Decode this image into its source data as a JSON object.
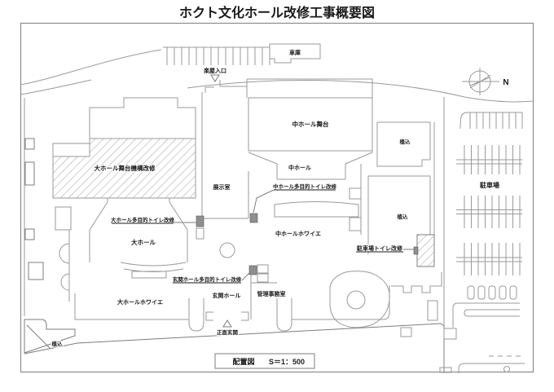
{
  "title": "ホクト文化ホール改修工事概要図",
  "caption": {
    "label": "配置図",
    "scale": "S＝1：500"
  },
  "compass": {
    "north": "N"
  },
  "labels": {
    "garage": "車庫",
    "stage_entrance": "楽屋入口",
    "medium_hall_stage": "中ホール舞台",
    "medium_hall": "中ホール",
    "exhibition_room": "展示室",
    "large_hall_stage_mech_renov": "大ホール舞台機構改修",
    "medium_hall_toilet_renov": "中ホール多目的トイレ改修",
    "large_hall_toilet_renov": "大ホール多目的トイレ改修",
    "large_hall": "大ホール",
    "medium_hall_foyer": "中ホールホワイエ",
    "parking_toilet_renov": "駐車場トイレ改修",
    "entrance_hall_toilet_renov": "玄関ホール多目的トイレ改修",
    "large_hall_foyer": "大ホールホワイエ",
    "entrance_hall": "玄関ホール",
    "admin_office": "管理事務室",
    "main_entrance": "正面玄関",
    "planting": "植込",
    "parking_lot": "駐車場"
  },
  "colors": {
    "line": "#9a9a9a",
    "dark_line": "#7d7d7d",
    "text": "#1a1a1a",
    "marker_fill": "#8f8f8f",
    "background": "#ffffff"
  }
}
